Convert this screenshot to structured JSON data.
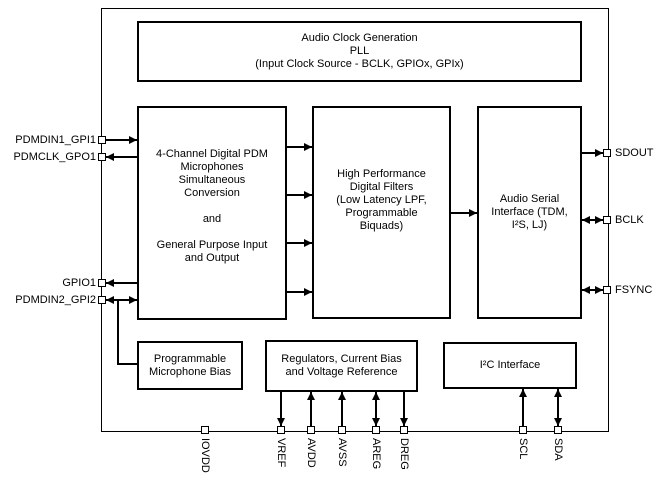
{
  "diagram": {
    "title": "Audio device functional block diagram",
    "colors": {
      "line": "#000000",
      "background": "#ffffff",
      "text": "#000000"
    },
    "blocks": {
      "pll": {
        "text": "Audio Clock Generation\nPLL\n(Input Clock Source - BCLK, GPIOx, GPIx)"
      },
      "pdm": {
        "text": "4-Channel Digital PDM\nMicrophones\nSimultaneous\nConversion\n\nand\n\nGeneral Purpose Input\nand Output"
      },
      "filters": {
        "text": "High Performance\nDigital Filters\n(Low Latency LPF,\nProgrammable\nBiquads)"
      },
      "asi": {
        "text": "Audio Serial\nInterface (TDM,\nI²S, LJ)"
      },
      "micbias": {
        "text": "Programmable\nMicrophone Bias"
      },
      "regulators": {
        "text": "Regulators, Current Bias\nand Voltage Reference"
      },
      "i2c": {
        "text": "I²C Interface"
      }
    },
    "pins": {
      "left": [
        {
          "label": "PDMDIN1_GPI1",
          "direction": "input"
        },
        {
          "label": "PDMCLK_GPO1",
          "direction": "output"
        },
        {
          "label": "GPIO1",
          "direction": "output"
        },
        {
          "label": "PDMDIN2_GPI2",
          "direction": "bidirectional"
        }
      ],
      "right": [
        {
          "label": "SDOUT",
          "direction": "output"
        },
        {
          "label": "BCLK",
          "direction": "bidirectional"
        },
        {
          "label": "FSYNC",
          "direction": "bidirectional"
        }
      ],
      "bottom": [
        {
          "label": "IOVDD",
          "direction": "supply"
        },
        {
          "label": "VREF",
          "direction": "output"
        },
        {
          "label": "AVDD",
          "direction": "input"
        },
        {
          "label": "AVSS",
          "direction": "input"
        },
        {
          "label": "AREG",
          "direction": "bidirectional"
        },
        {
          "label": "DREG",
          "direction": "output"
        },
        {
          "label": "SCL",
          "direction": "input"
        },
        {
          "label": "SDA",
          "direction": "bidirectional"
        }
      ]
    }
  }
}
